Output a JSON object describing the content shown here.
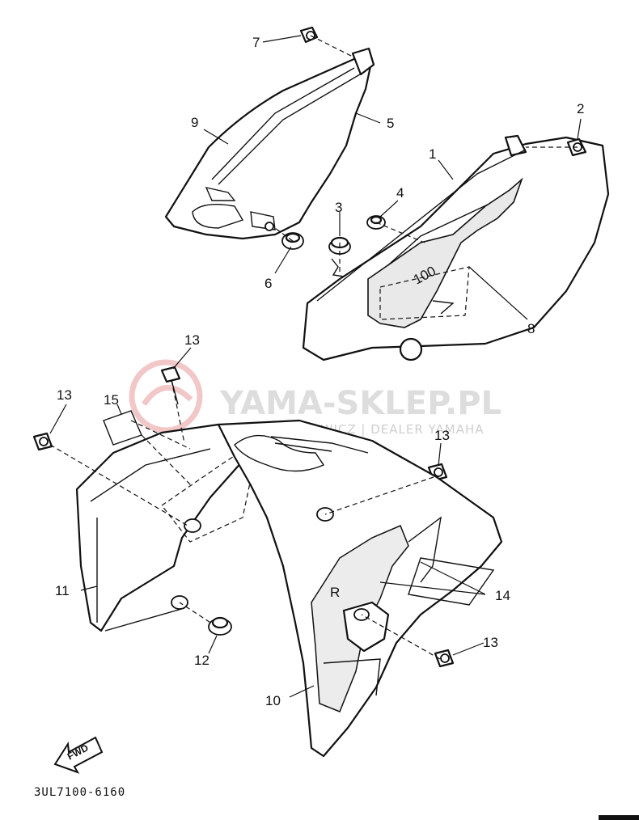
{
  "watermark": {
    "main": "YAMA-SKLEP.PL",
    "sub": "WOLFTHOWICZ | DEALER YAMAHA"
  },
  "diagram_code": "3UL7100-6160",
  "fwd_label": "FWD",
  "callouts": [
    {
      "id": "callout-1",
      "text": "1"
    },
    {
      "id": "callout-2",
      "text": "2"
    },
    {
      "id": "callout-3",
      "text": "3"
    },
    {
      "id": "callout-4",
      "text": "4"
    },
    {
      "id": "callout-5",
      "text": "5"
    },
    {
      "id": "callout-6",
      "text": "6"
    },
    {
      "id": "callout-7",
      "text": "7"
    },
    {
      "id": "callout-8",
      "text": "8"
    },
    {
      "id": "callout-9",
      "text": "9"
    },
    {
      "id": "callout-10",
      "text": "10"
    },
    {
      "id": "callout-11",
      "text": "11"
    },
    {
      "id": "callout-12",
      "text": "12"
    },
    {
      "id": "callout-13a",
      "text": "13"
    },
    {
      "id": "callout-13b",
      "text": "13"
    },
    {
      "id": "callout-13c",
      "text": "13"
    },
    {
      "id": "callout-13d",
      "text": "13"
    },
    {
      "id": "callout-14",
      "text": "14"
    },
    {
      "id": "callout-15",
      "text": "15"
    }
  ],
  "decal_text": "100",
  "decal_letter": "R"
}
